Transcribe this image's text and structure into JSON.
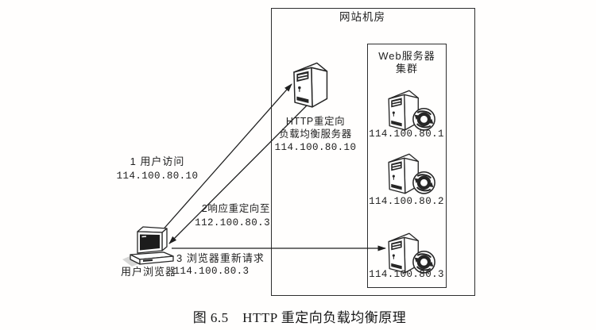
{
  "colors": {
    "ink": "#262626",
    "paper": "#ffffff",
    "screen": "#1c1c1c",
    "shadow": "#b5b5b5"
  },
  "room": {
    "label": "网站机房"
  },
  "redirect_server": {
    "title_line1": "HTTP重定向",
    "title_line2": "负载均衡服务器",
    "ip": "114.100.80.10"
  },
  "cluster": {
    "title_line1": "Web服务器",
    "title_line2": "集群",
    "servers": [
      {
        "ip": "114.100.80.1"
      },
      {
        "ip": "114.100.80.2"
      },
      {
        "ip": "114.100.80.3"
      }
    ]
  },
  "client": {
    "label": "用户浏览器"
  },
  "steps": [
    {
      "label": "1 用户访问",
      "ip": "114.100.80.10"
    },
    {
      "label": "2响应重定向至",
      "ip": "112.100.80.3"
    },
    {
      "label": "3 浏览器重新请求",
      "ip": "114.100.80.3"
    }
  ],
  "caption": "图 6.5　HTTP 重定向负载均衡原理"
}
